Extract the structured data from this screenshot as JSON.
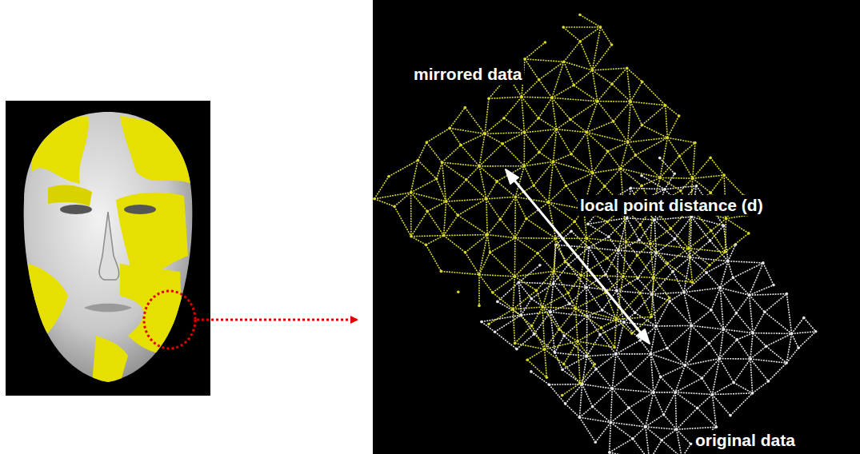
{
  "diagram": {
    "labels": [
      "mirrored data",
      "local point distance (d)",
      "original data"
    ]
  }
}
